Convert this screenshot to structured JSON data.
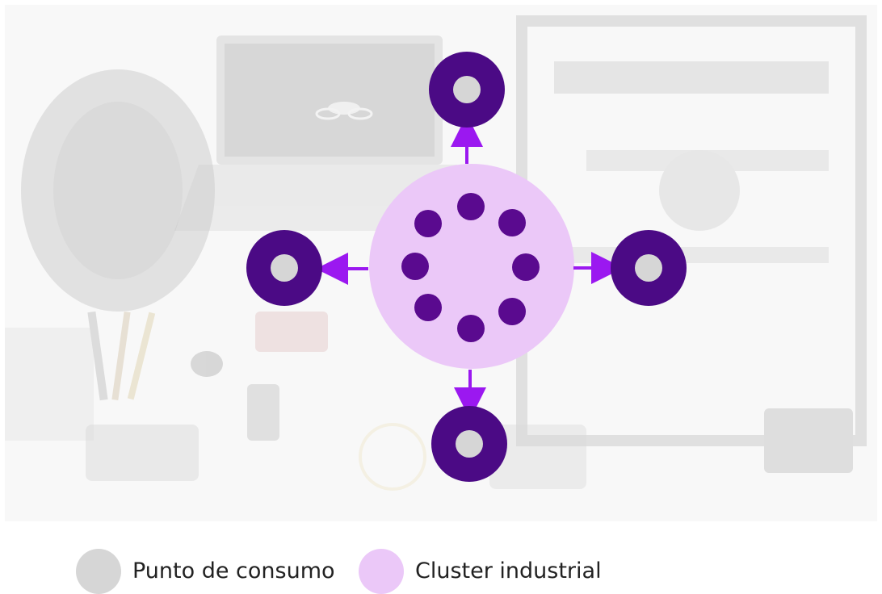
{
  "colors": {
    "node_outer": "#4b0a85",
    "node_inner": "#d6d6d6",
    "cluster_fill": "#ebc8f8",
    "cluster_dot": "#5a0a8f",
    "arrow": "#9b18f0",
    "legend_consumo": "#d6d6d6",
    "legend_cluster": "#ebc8f8"
  },
  "background_photo": {
    "description_icons": [
      "laptop-icon",
      "3d-printer-icon",
      "jet-engine-icon",
      "pens-icon",
      "pliers-icon",
      "gear-icon",
      "tools-icon"
    ]
  },
  "diagram": {
    "center": "cluster-industrial",
    "consumption_points": [
      "top",
      "left",
      "right",
      "bottom"
    ],
    "cluster_dot_count": 8
  },
  "legend": {
    "items": [
      {
        "label": "Punto de consumo",
        "swatch": "consumo"
      },
      {
        "label": "Cluster industrial",
        "swatch": "cluster"
      }
    ]
  }
}
